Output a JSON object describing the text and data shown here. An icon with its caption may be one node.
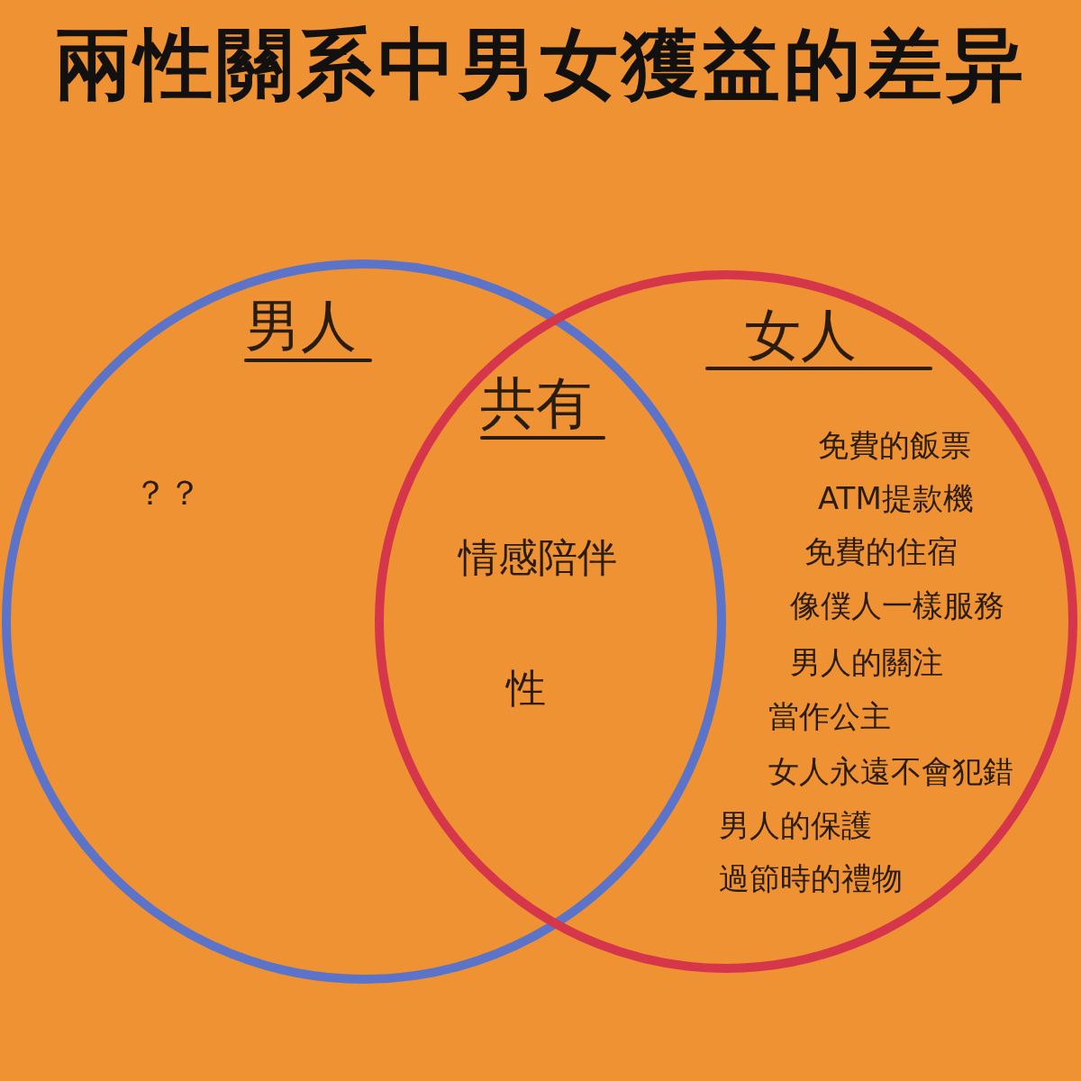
{
  "diagram": {
    "title": "兩性關系中男女獲益的差异",
    "nodes": [
      {
        "text": [
          "男人",
          "？？"
        ]
      },
      {
        "text": [
          "女人",
          "免費的飯票",
          "ATM提款機",
          "免費的住宿",
          "像僕人一樣服務",
          "男人的關注",
          "當作公主",
          "女人永遠不會犯錯",
          "男人的保護",
          "過節時的禮物"
        ]
      }
    ],
    "labels": [
      "共有",
      "情感陪伴",
      "性"
    ]
  }
}
